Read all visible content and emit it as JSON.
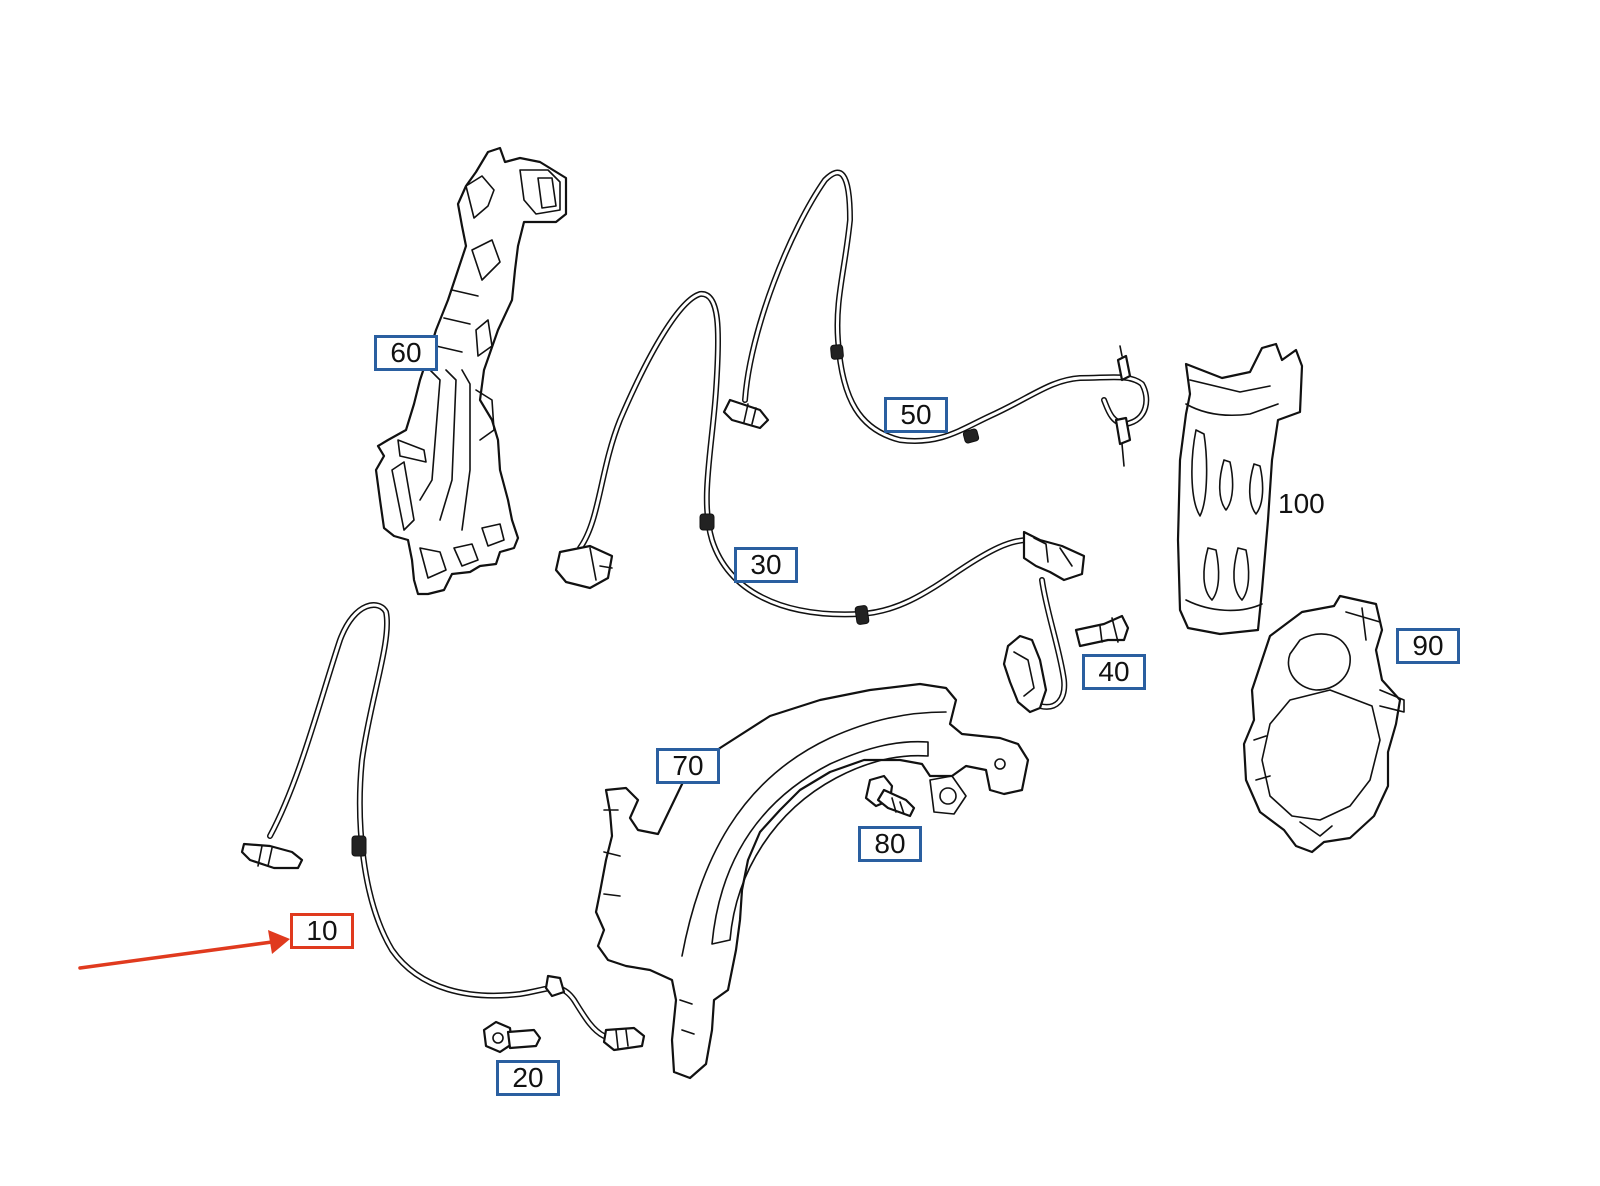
{
  "callouts": [
    {
      "id": "10",
      "label": "10",
      "highlighted": true
    },
    {
      "id": "20",
      "label": "20",
      "highlighted": false
    },
    {
      "id": "30",
      "label": "30",
      "highlighted": false
    },
    {
      "id": "40",
      "label": "40",
      "highlighted": false
    },
    {
      "id": "50",
      "label": "50",
      "highlighted": false
    },
    {
      "id": "60",
      "label": "60",
      "highlighted": false
    },
    {
      "id": "70",
      "label": "70",
      "highlighted": false
    },
    {
      "id": "80",
      "label": "80",
      "highlighted": false
    },
    {
      "id": "90",
      "label": "90",
      "highlighted": false
    },
    {
      "id": "100",
      "label": "100",
      "highlighted": false
    }
  ],
  "colors": {
    "callout_border": "#2a5fa0",
    "highlight_border": "#e03a1e",
    "arrow": "#e03a1e",
    "line_art": "#111111",
    "background": "#ffffff"
  },
  "pointer": {
    "target": "10",
    "icon": "arrow-icon"
  }
}
